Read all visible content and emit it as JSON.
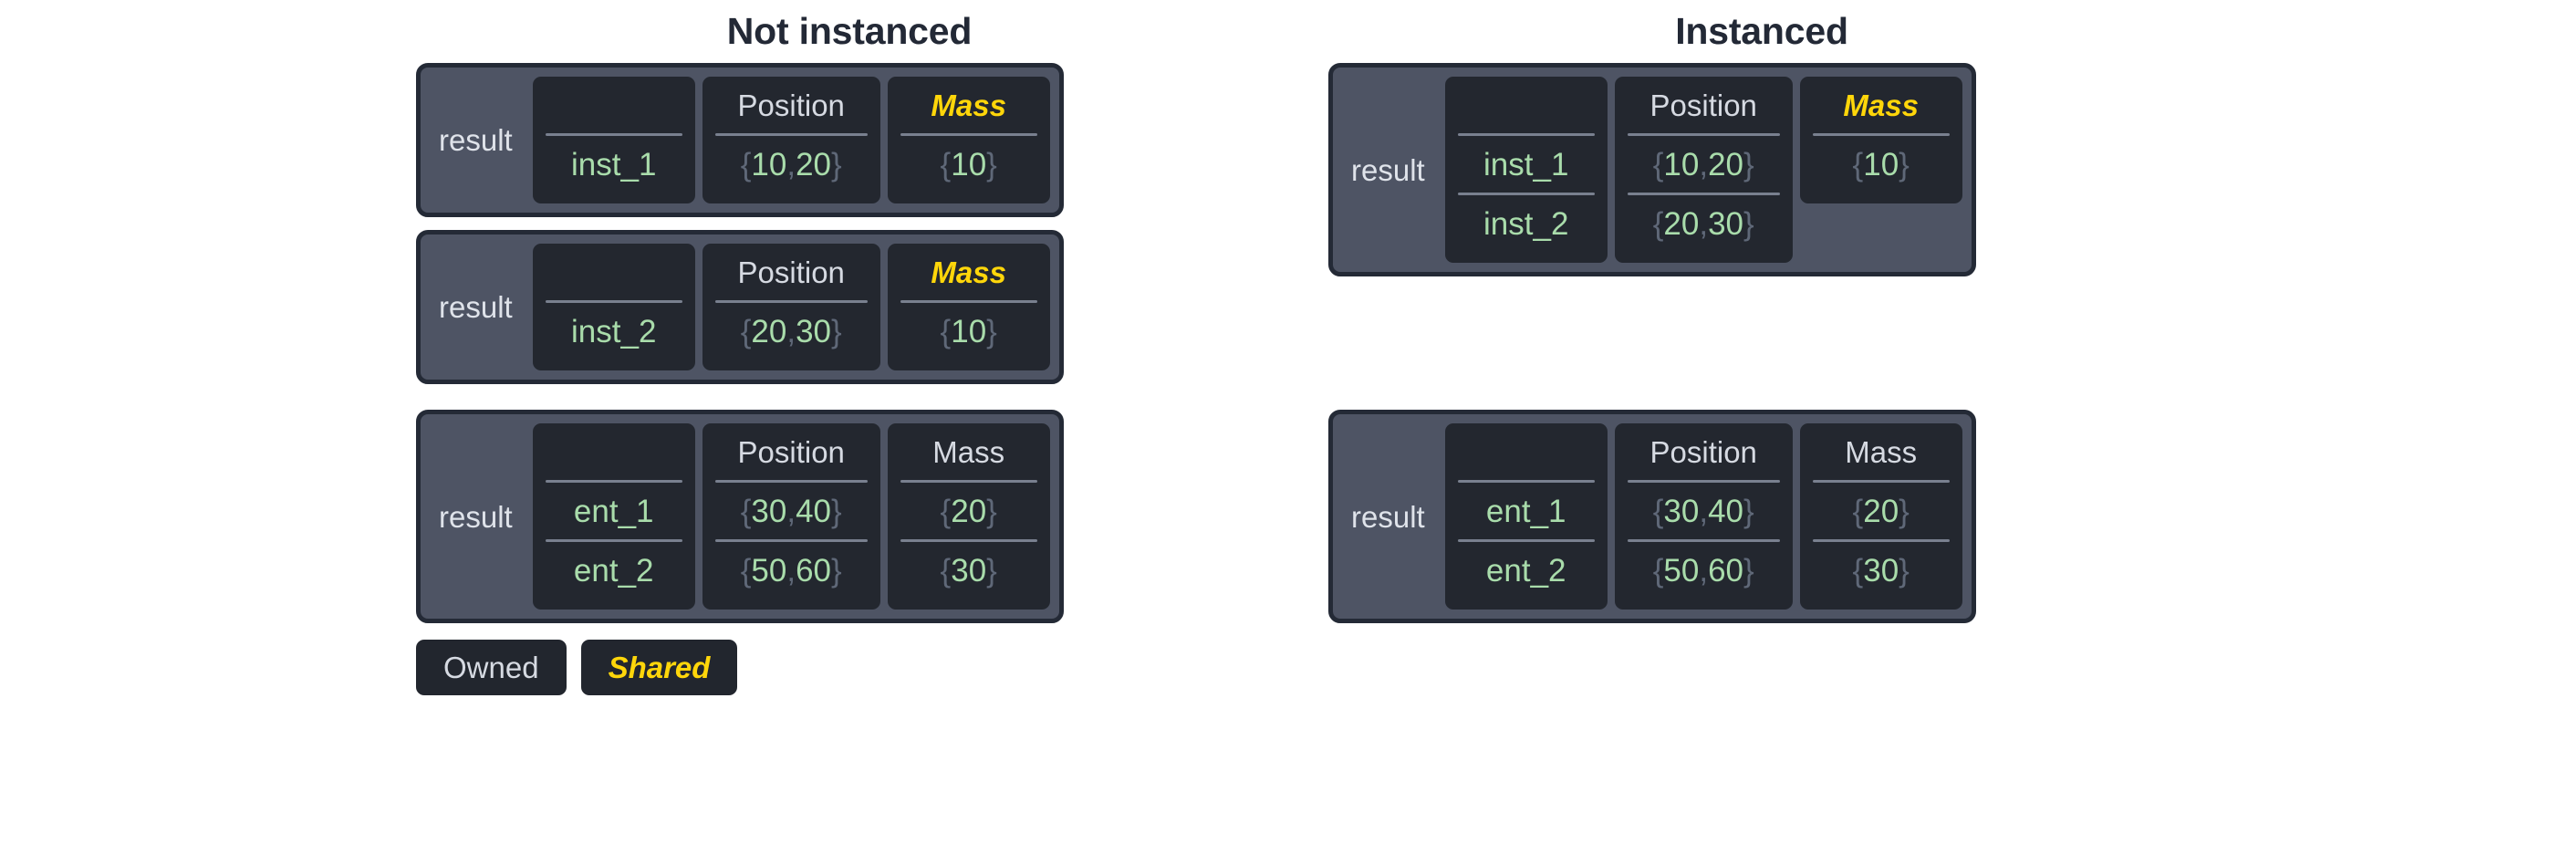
{
  "colors": {
    "page_background": "#ffffff",
    "title_text": "#232936",
    "card_border": "#242a36",
    "card_background": "#4e5464",
    "column_background": "#23272f",
    "header_text": "#d6dae2",
    "shared_accent": "#ffd60a",
    "value_green": "#a9dcab",
    "brace_grey": "#5f6878",
    "rule_grey": "#79808f"
  },
  "columns": [
    {
      "title": "Not instanced",
      "cards": [
        {
          "label": "result",
          "fields": [
            {
              "header": "",
              "shared": false,
              "values": [
                "inst_1"
              ]
            },
            {
              "header": "Position",
              "shared": false,
              "values": [
                "{10, 20}"
              ]
            },
            {
              "header": "Mass",
              "shared": true,
              "values": [
                "{10}"
              ]
            }
          ]
        },
        {
          "label": "result",
          "fields": [
            {
              "header": "",
              "shared": false,
              "values": [
                "inst_2"
              ]
            },
            {
              "header": "Position",
              "shared": false,
              "values": [
                "{20, 30}"
              ]
            },
            {
              "header": "Mass",
              "shared": true,
              "values": [
                "{10}"
              ]
            }
          ]
        },
        {
          "label": "result",
          "fields": [
            {
              "header": "",
              "shared": false,
              "values": [
                "ent_1",
                "ent_2"
              ]
            },
            {
              "header": "Position",
              "shared": false,
              "values": [
                "{30, 40}",
                "{50, 60}"
              ]
            },
            {
              "header": "Mass",
              "shared": false,
              "values": [
                "{20}",
                "{30}"
              ]
            }
          ]
        }
      ]
    },
    {
      "title": "Instanced",
      "cards": [
        {
          "label": "result",
          "fields": [
            {
              "header": "",
              "shared": false,
              "values": [
                "inst_1",
                "inst_2"
              ]
            },
            {
              "header": "Position",
              "shared": false,
              "values": [
                "{10, 20}",
                "{20, 30}"
              ]
            },
            {
              "header": "Mass",
              "shared": true,
              "values": [
                "{10}"
              ]
            }
          ]
        },
        {
          "label": "result",
          "fields": [
            {
              "header": "",
              "shared": false,
              "values": [
                "ent_1",
                "ent_2"
              ]
            },
            {
              "header": "Position",
              "shared": false,
              "values": [
                "{30, 40}",
                "{50, 60}"
              ]
            },
            {
              "header": "Mass",
              "shared": false,
              "values": [
                "{20}",
                "{30}"
              ]
            }
          ]
        }
      ]
    }
  ],
  "legend": {
    "items": [
      {
        "label": "Owned",
        "shared": false
      },
      {
        "label": "Shared",
        "shared": true
      }
    ]
  }
}
